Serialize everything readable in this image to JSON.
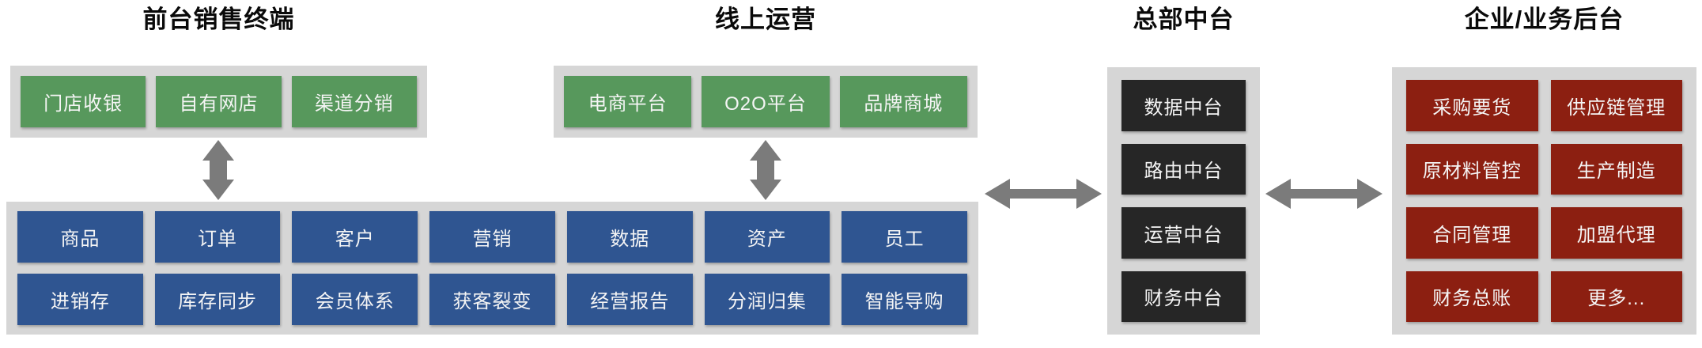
{
  "colors": {
    "container_bg": "#d6d6d6",
    "green": "#57985c",
    "blue": "#2f5591",
    "dark": "#262626",
    "red": "#8c1f11",
    "arrow": "#7b7b7b",
    "title_text": "#0a0a0a",
    "box_text": "#f5f5f5"
  },
  "icons": {
    "connector_vertical": "double-headed-arrow-vertical",
    "connector_horizontal": "double-headed-arrow-horizontal"
  },
  "sections": {
    "front_terminal": {
      "title": "前台销售终端",
      "boxes": [
        "门店收银",
        "自有网店",
        "渠道分销"
      ]
    },
    "online_ops": {
      "title": "线上运营",
      "boxes": [
        "电商平台",
        "O2O平台",
        "品牌商城"
      ]
    },
    "hq_middle": {
      "title": "总部中台",
      "boxes": [
        "数据中台",
        "路由中台",
        "运营中台",
        "财务中台"
      ]
    },
    "enterprise_backend": {
      "title": "企业/业务后台",
      "boxes": [
        "采购要货",
        "供应链管理",
        "原材料管控",
        "生产制造",
        "合同管理",
        "加盟代理",
        "财务总账",
        "更多..."
      ]
    }
  },
  "middle_platform": {
    "row1": [
      "商品",
      "订单",
      "客户",
      "营销",
      "数据",
      "资产",
      "员工"
    ],
    "row2": [
      "进销存",
      "库存同步",
      "会员体系",
      "获客裂变",
      "经营报告",
      "分润归集",
      "智能导购"
    ]
  }
}
